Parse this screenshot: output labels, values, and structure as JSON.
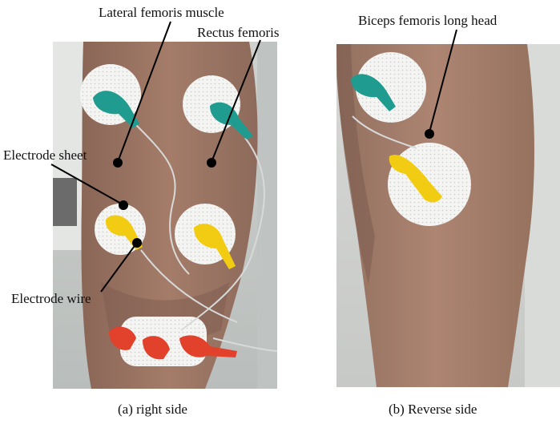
{
  "labels": {
    "lateral_femoris": "Lateral femoris muscle",
    "rectus_femoris": "Rectus femoris",
    "biceps_femoris": "Biceps femoris long head",
    "electrode_sheet": "Electrode sheet",
    "electrode_wire": "Electrode wire"
  },
  "captions": {
    "a": "(a) right side",
    "b": "(b) Reverse side"
  },
  "colors": {
    "teal_clip": "#1f9c8f",
    "yellow_clip": "#f2cc12",
    "red_clip": "#e2412c",
    "skin": "#9a7463",
    "pad": "#f4f4f2"
  }
}
